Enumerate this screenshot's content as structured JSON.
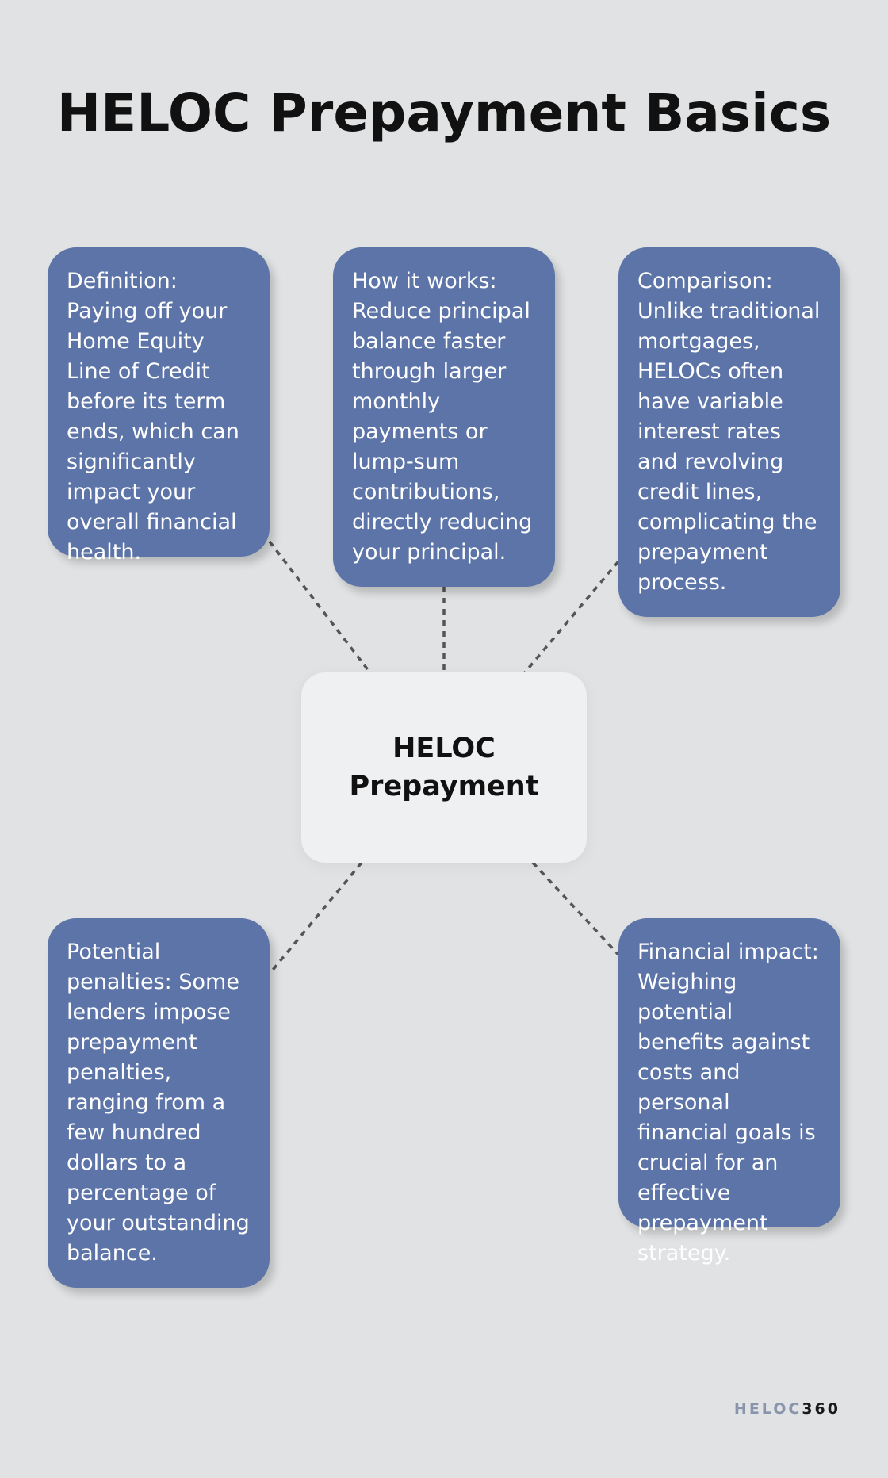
{
  "title": "HELOC Prepayment Basics",
  "center": "HELOC Prepayment",
  "nodes": [
    {
      "text": "Definition: Paying off your Home Equity Line of Credit before its term ends, which can significantly impact your overall financial health."
    },
    {
      "text": "How it works: Reduce principal balance faster through larger monthly payments or lump-sum contributions, directly reducing your principal."
    },
    {
      "text": "Comparison: Unlike traditional mortgages, HELOCs often have variable interest rates and revolving credit lines, complicating the prepayment process."
    },
    {
      "text": "Potential penalties: Some lenders impose prepayment penalties, ranging from a few hundred dollars to a percentage of your outstanding balance."
    },
    {
      "text": "Financial impact: Weighing potential benefits against costs and personal financial goals is crucial for an effective prepayment strategy."
    }
  ],
  "logo": {
    "part1": "HELOC",
    "part2": "360"
  },
  "colors": {
    "background": "#e0e2e3",
    "node": "#5d74a8",
    "center": "#eff0f2"
  }
}
